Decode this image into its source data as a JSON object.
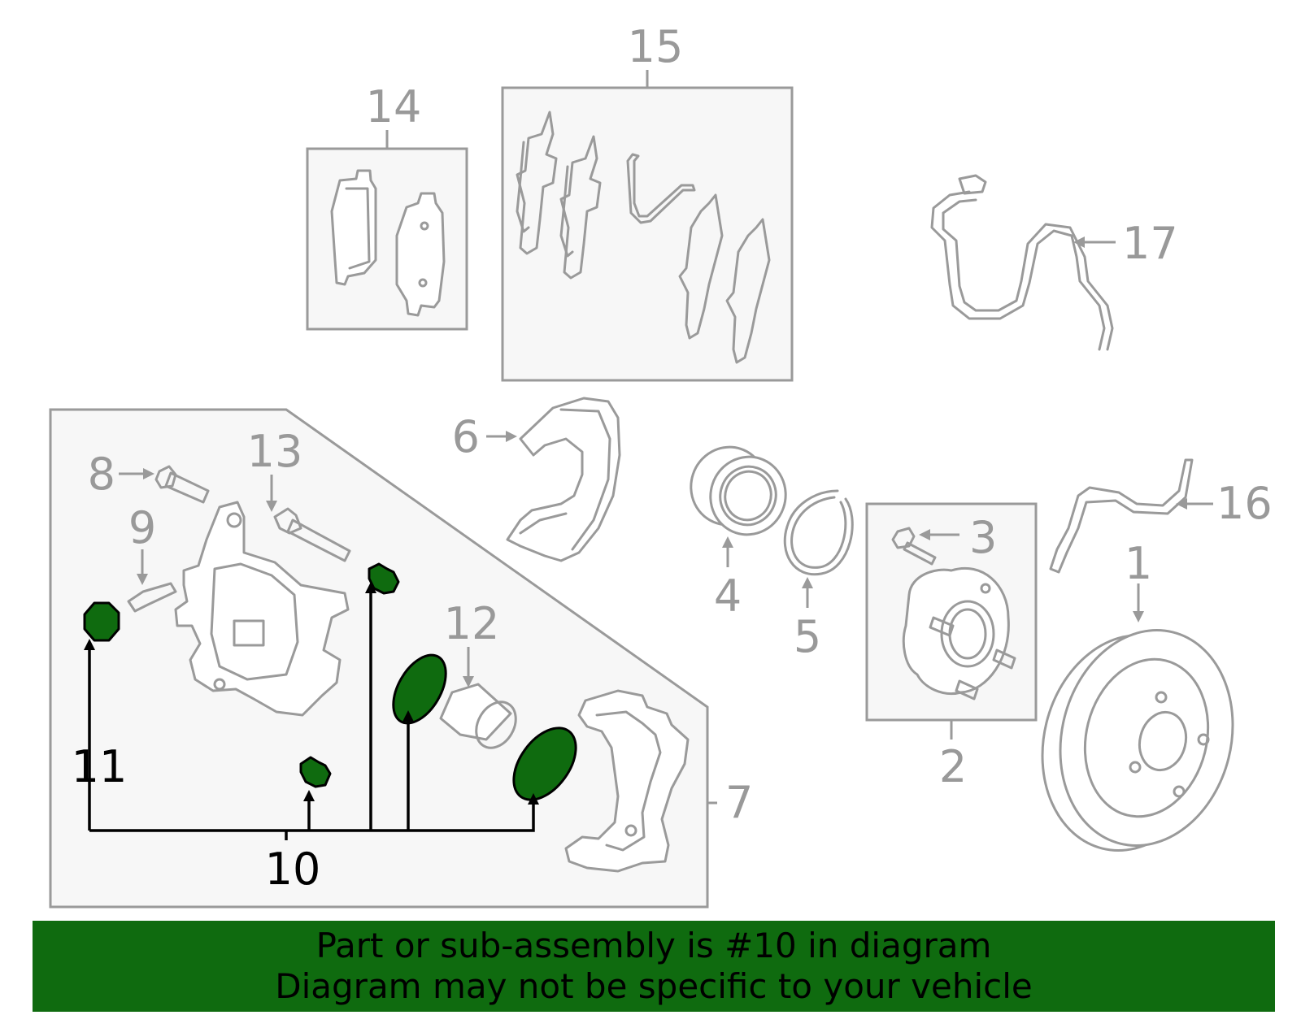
{
  "diagram": {
    "callouts": {
      "c1": "1",
      "c2": "2",
      "c3": "3",
      "c4": "4",
      "c5": "5",
      "c6": "6",
      "c7": "7",
      "c8": "8",
      "c9": "9",
      "c10": "10",
      "c11": "11",
      "c12": "12",
      "c13": "13",
      "c14": "14",
      "c15": "15",
      "c16": "16",
      "c17": "17"
    },
    "highlighted_part": "10",
    "colors": {
      "highlight": "#0f6b0f",
      "line": "#9a9a9a",
      "box_fill": "#f7f7f7"
    }
  },
  "banner": {
    "line1": "Part or sub-assembly is #10 in diagram",
    "line2": "Diagram may not be specific to your vehicle"
  }
}
